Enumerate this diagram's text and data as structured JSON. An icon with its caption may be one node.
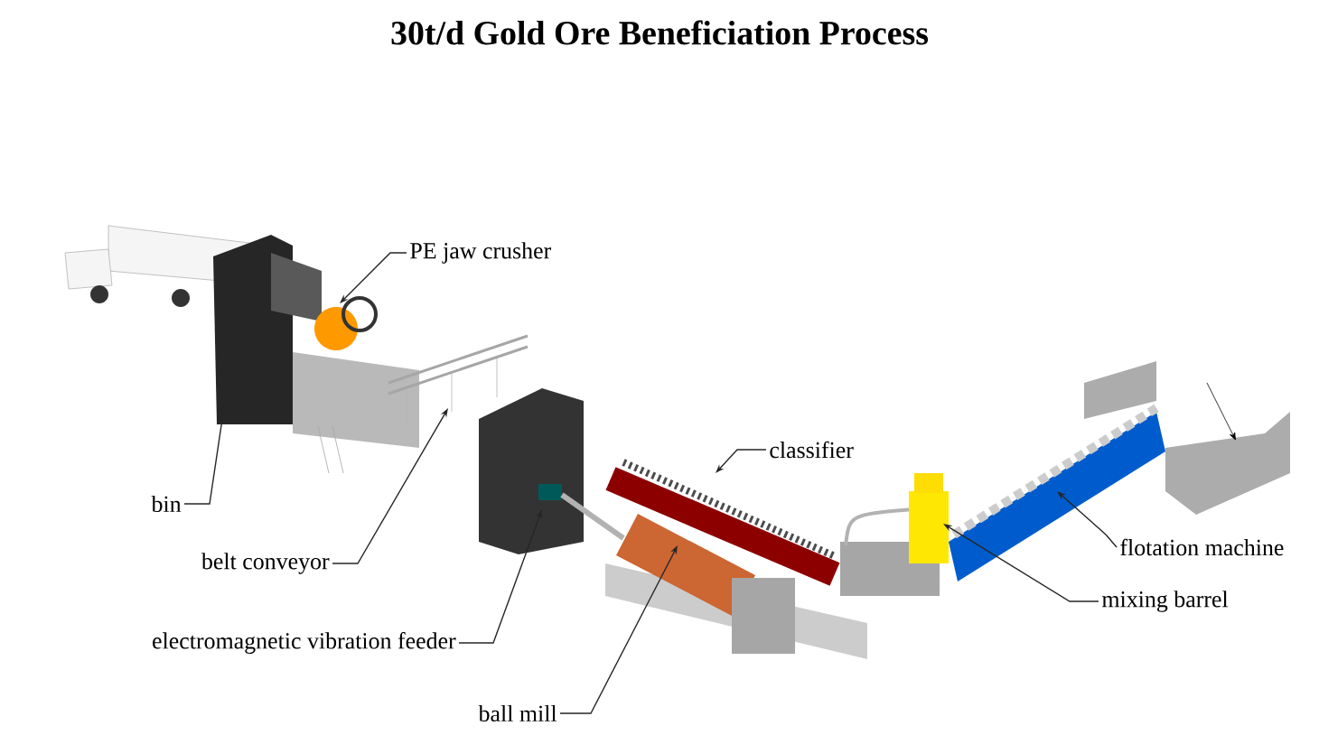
{
  "diagram": {
    "title": "30t/d Gold Ore Beneficiation Process",
    "nodes": [
      {
        "text": [
          "PE jaw crusher"
        ]
      },
      {
        "text": [
          "bin"
        ]
      },
      {
        "text": [
          "belt conveyor"
        ]
      },
      {
        "text": [
          "electromagnetic vibration feeder"
        ]
      },
      {
        "text": [
          "ball mill"
        ]
      },
      {
        "text": [
          "classifier"
        ]
      },
      {
        "text": [
          "flotation machine"
        ]
      },
      {
        "text": [
          "mixing barrel"
        ]
      }
    ],
    "edges": [
      {
        "from": 0,
        "to": null,
        "arrow": "to"
      },
      {
        "from": 1,
        "to": null,
        "arrow": "none"
      },
      {
        "from": 2,
        "to": null,
        "arrow": "to"
      },
      {
        "from": 3,
        "to": null,
        "arrow": "to"
      },
      {
        "from": 4,
        "to": null,
        "arrow": "to"
      },
      {
        "from": 5,
        "to": null,
        "arrow": "to"
      },
      {
        "from": 6,
        "to": null,
        "arrow": "to"
      },
      {
        "from": 7,
        "to": null,
        "arrow": "to"
      }
    ]
  }
}
